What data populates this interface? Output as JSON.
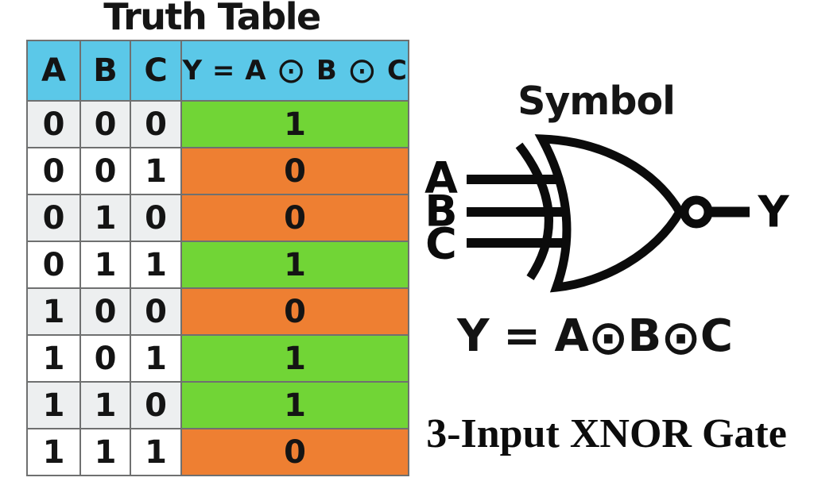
{
  "title": "Truth Table",
  "truth_table": {
    "headers": [
      "A",
      "B",
      "C",
      "Y = A ⊙ B ⊙ C"
    ],
    "rows": [
      [
        "0",
        "0",
        "0",
        "1"
      ],
      [
        "0",
        "0",
        "1",
        "0"
      ],
      [
        "0",
        "1",
        "0",
        "0"
      ],
      [
        "0",
        "1",
        "1",
        "1"
      ],
      [
        "1",
        "0",
        "0",
        "0"
      ],
      [
        "1",
        "0",
        "1",
        "1"
      ],
      [
        "1",
        "1",
        "0",
        "1"
      ],
      [
        "1",
        "1",
        "1",
        "0"
      ]
    ]
  },
  "symbol": {
    "heading": "Symbol",
    "input_labels": [
      "A",
      "B",
      "C"
    ],
    "output_label": "Y"
  },
  "equation": "Y = A⊙B⊙C",
  "caption": "3-Input XNOR Gate",
  "colors": {
    "header_bg": "#5bc8e8",
    "row_bg": "#ffffff",
    "row_alt_bg": "#edeff0",
    "output_true_bg": "#71d536",
    "output_false_bg": "#ee7f32",
    "grid_border": "#6f7070",
    "text": "#111111",
    "gate_stroke": "#0b0b0b"
  }
}
